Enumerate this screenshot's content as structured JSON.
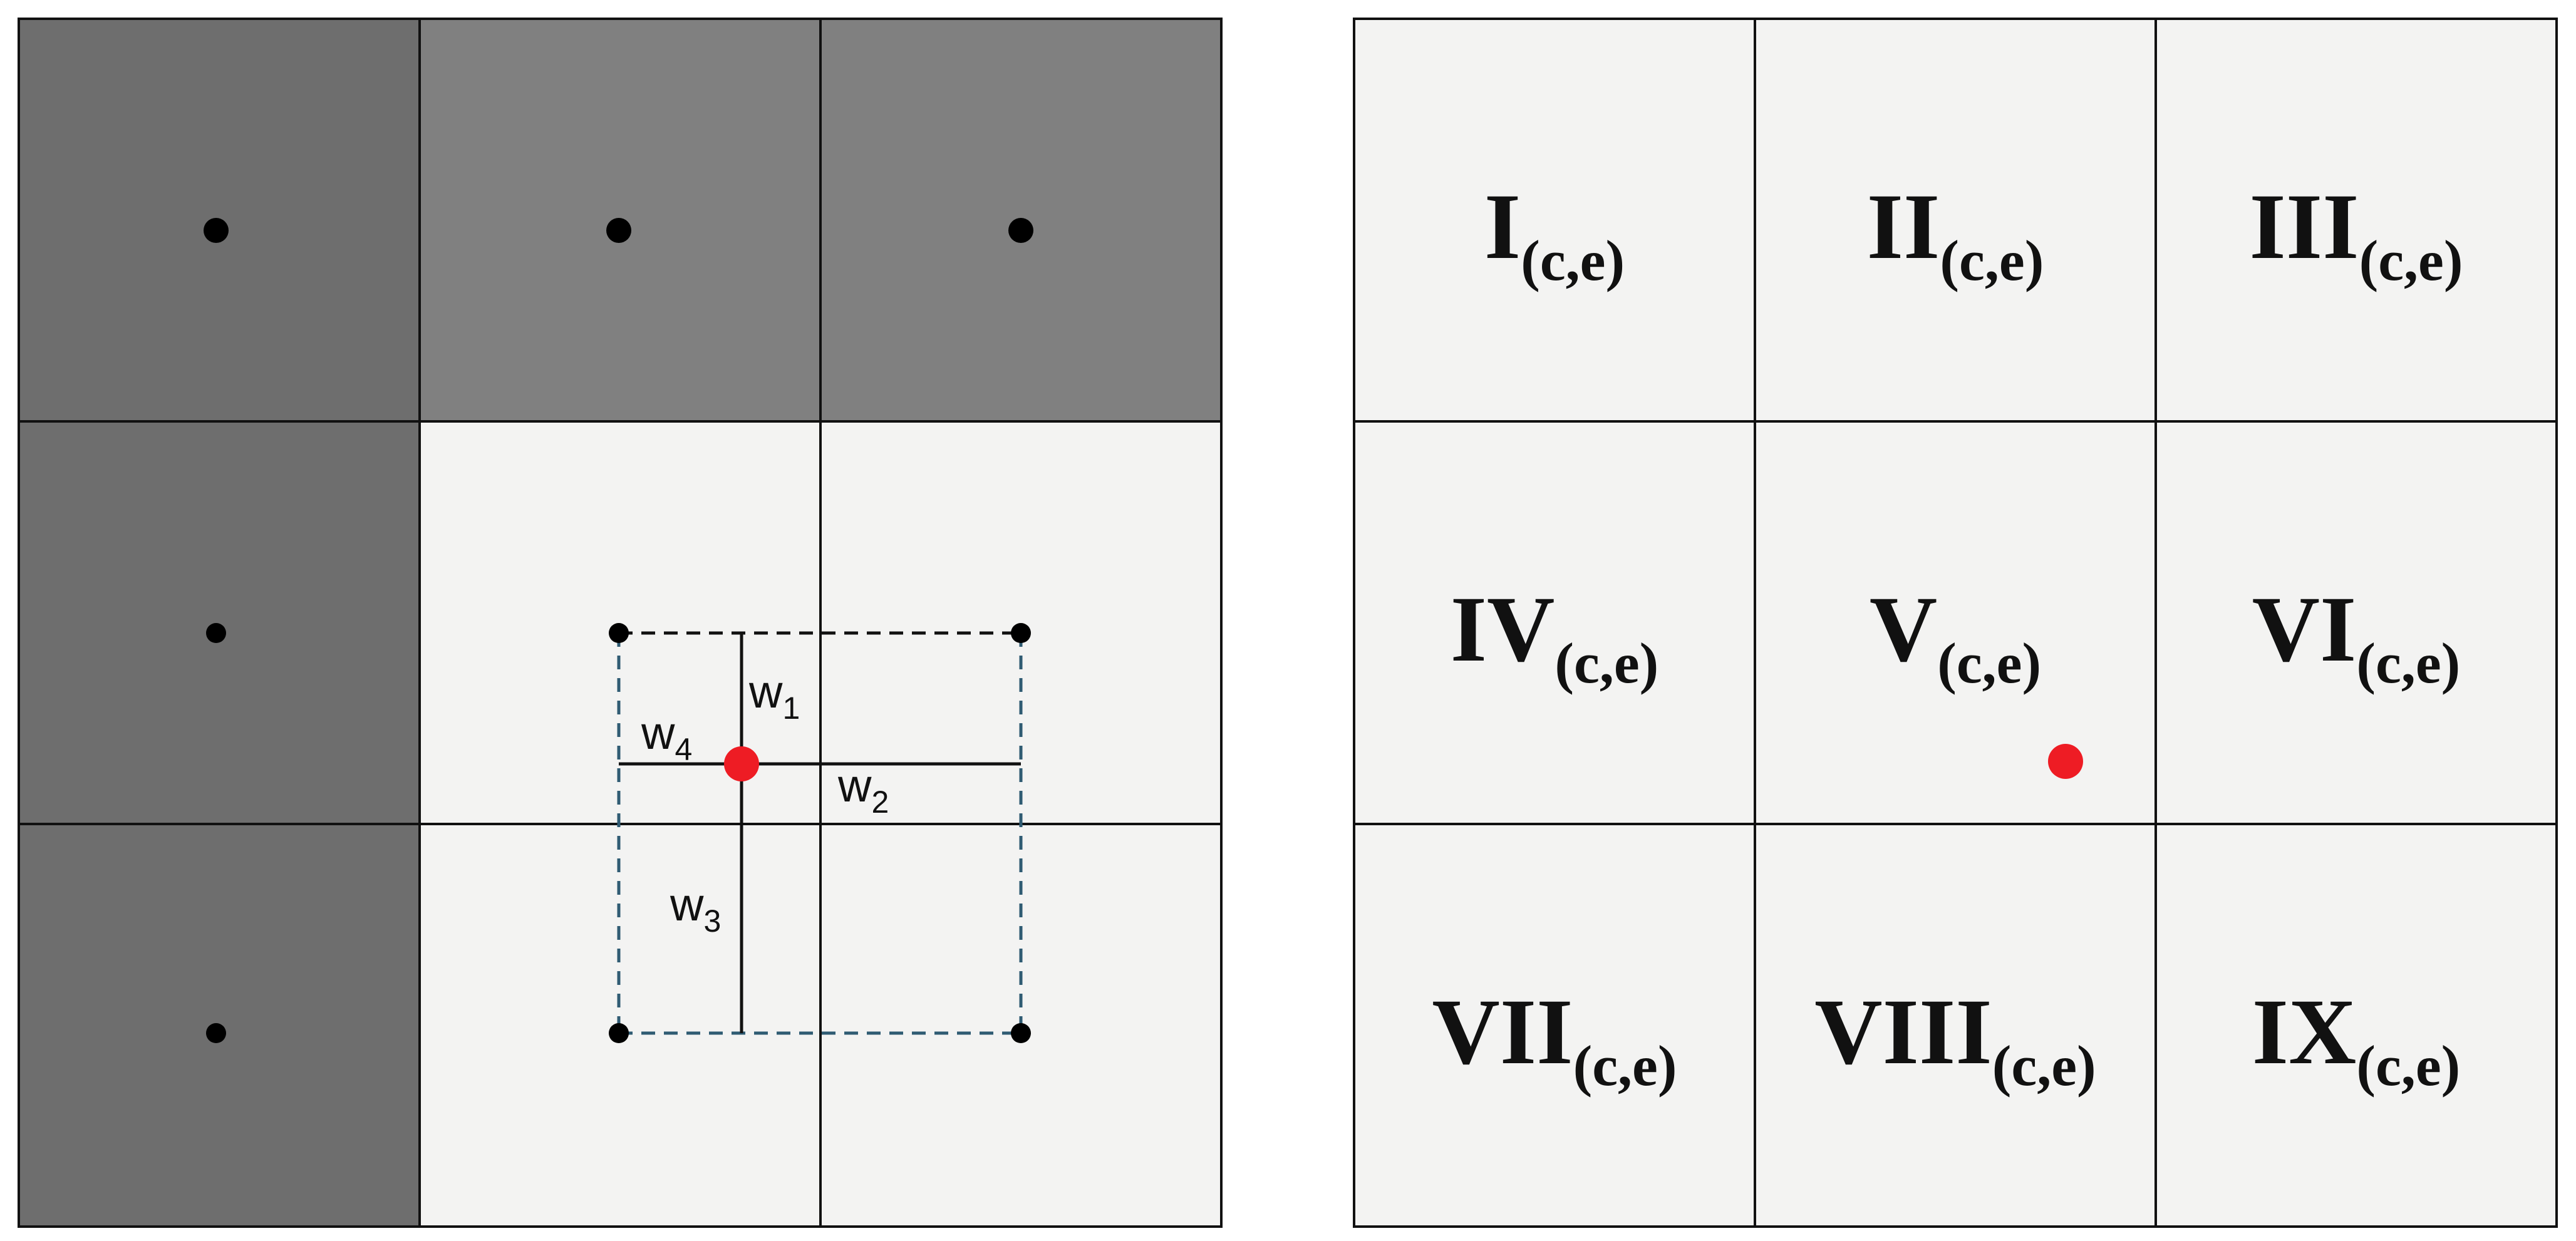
{
  "left_panel": {
    "weights": [
      {
        "name": "w",
        "sub": "1"
      },
      {
        "name": "w",
        "sub": "2"
      },
      {
        "name": "w",
        "sub": "3"
      },
      {
        "name": "w",
        "sub": "4"
      }
    ],
    "colors": {
      "dark_cell": "#6e6e6e",
      "mid_cell": "#808080",
      "light_cell": "#f3f3f2",
      "dashed_box": "#2f5b73",
      "target_point": "#ee1c24",
      "node": "#000000"
    }
  },
  "right_panel": {
    "cells": [
      {
        "roman": "I",
        "sub": "(c,e)"
      },
      {
        "roman": "II",
        "sub": "(c,e)"
      },
      {
        "roman": "III",
        "sub": "(c,e)"
      },
      {
        "roman": "IV",
        "sub": "(c,e)"
      },
      {
        "roman": "V",
        "sub": "(c,e)"
      },
      {
        "roman": "VI",
        "sub": "(c,e)"
      },
      {
        "roman": "VII",
        "sub": "(c,e)"
      },
      {
        "roman": "VIII",
        "sub": "(c,e)"
      },
      {
        "roman": "IX",
        "sub": "(c,e)"
      }
    ],
    "colors": {
      "cell": "#f3f3f2",
      "target_point": "#ee1c24"
    }
  }
}
